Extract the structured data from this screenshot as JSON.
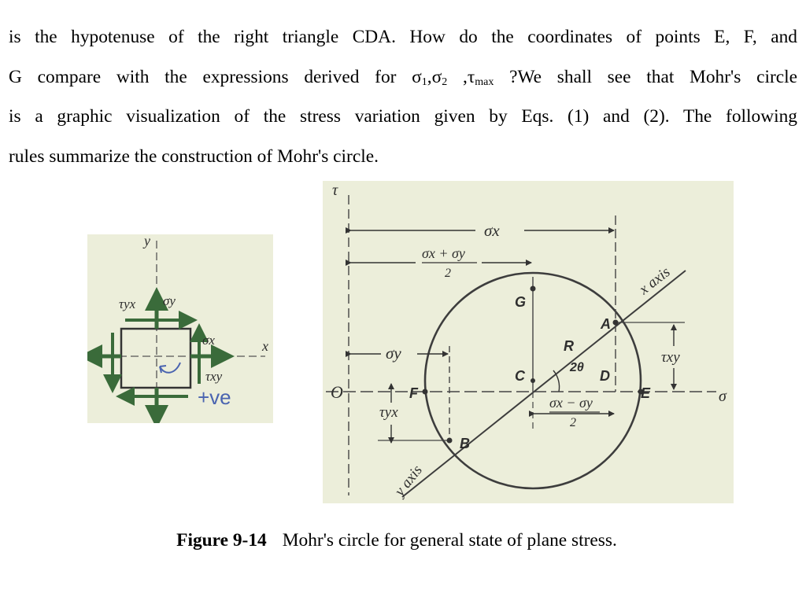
{
  "paragraph": {
    "line1": "is the hypotenuse of the right triangle CDA. How do the coordinates of points E, F, and",
    "line2_a": "G compare with the expressions derived for σ",
    "line2_sub1": "1",
    "line2_b": ",σ",
    "line2_sub2": "2",
    "line2_c": " ,τ",
    "line2_sub3": "max",
    "line2_d": " ?We shall see that Mohr's circle",
    "line3": "is a graphic visualization of the stress variation given by Eqs. (1) and (2). The following",
    "line4": "rules summarize the construction of Mohr's circle."
  },
  "element_figure": {
    "y_axis": "y",
    "x_axis": "x",
    "tau_yx": "τyx",
    "sigma_y": "σy",
    "sigma_x": "σx",
    "tau_xy": "τxy",
    "handwritten": "+ve"
  },
  "mohr_figure": {
    "tau_axis": "τ",
    "sigma_axis": "σ",
    "origin": "O",
    "sigma_x_dim": "σx",
    "center_dim_num": "σx + σy",
    "center_dim_den": "2",
    "sigma_y_dim": "σy",
    "half_diff_num": "σx − σy",
    "half_diff_den": "2",
    "tau_xy": "τxy",
    "tau_yx": "τyx",
    "x_axis_label": "x axis",
    "y_axis_label": "y axis",
    "points": {
      "A": "A",
      "B": "B",
      "C": "C",
      "D": "D",
      "E": "E",
      "F": "F",
      "G": "G"
    },
    "radius": "R",
    "angle": "2θ"
  },
  "caption": {
    "number": "Figure 9-14",
    "text": "Mohr's circle for general state of plane stress."
  },
  "colors": {
    "photo_background": "#eceeda",
    "arrow_green": "#3a6b3a",
    "ink": "#333333",
    "handwriting": "#4a64b0"
  }
}
